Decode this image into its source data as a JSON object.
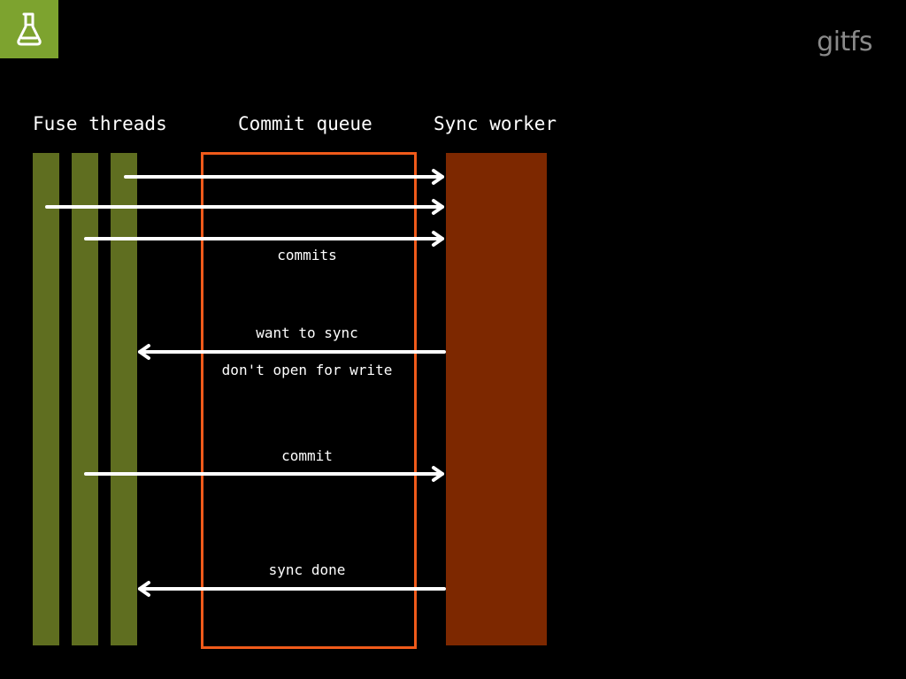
{
  "brand": {
    "title": "gitfs",
    "logo_icon": "flask-icon",
    "accent": "#7da32f"
  },
  "columns": {
    "fuse_threads": "Fuse threads",
    "commit_queue": "Commit queue",
    "sync_worker": "Sync worker"
  },
  "messages": {
    "commits": "commits",
    "want_to_sync": "want to sync",
    "dont_open": "don't open for write",
    "commit": "commit",
    "sync_done": "sync done"
  },
  "colors": {
    "thread": "#5f6e20",
    "queue_border": "#f05a1a",
    "worker": "#7d2800",
    "arrow": "#ffffff"
  }
}
